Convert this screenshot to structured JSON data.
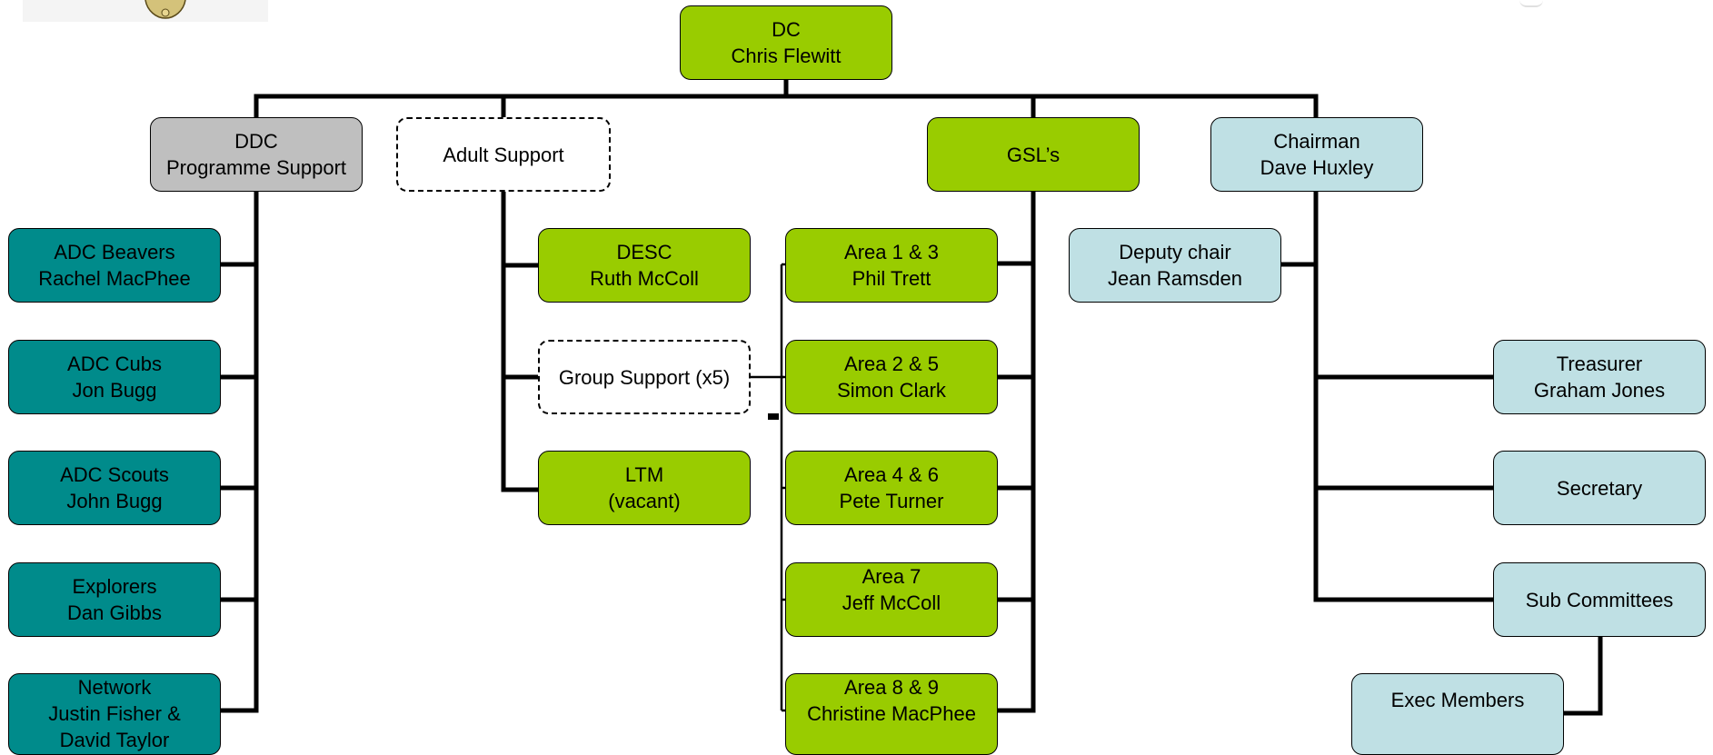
{
  "dc": {
    "role": "DC",
    "name": "Chris Flewitt"
  },
  "ddc": {
    "role": "DDC",
    "name": "Programme Support"
  },
  "adult_support": {
    "label": "Adult Support"
  },
  "gsls": {
    "label": "GSL’s"
  },
  "chairman": {
    "role": "Chairman",
    "name": "Dave Huxley"
  },
  "programme": [
    {
      "line1": "ADC Beavers",
      "line2": "Rachel MacPhee"
    },
    {
      "line1": "ADC Cubs",
      "line2": "Jon Bugg"
    },
    {
      "line1": "ADC Scouts",
      "line2": "John Bugg"
    },
    {
      "line1": "Explorers",
      "line2": "Dan Gibbs"
    },
    {
      "line1": "Network",
      "line2": "Justin Fisher &",
      "line3": "David Taylor"
    }
  ],
  "adult": [
    {
      "line1": "DESC",
      "line2": "Ruth McColl"
    },
    {
      "line1": "Group Support (x5)"
    },
    {
      "line1": "LTM",
      "line2": "(vacant)"
    }
  ],
  "areas": [
    {
      "line1": "Area 1 & 3",
      "line2": "Phil Trett"
    },
    {
      "line1": "Area 2 & 5",
      "line2": "Simon Clark"
    },
    {
      "line1": "Area 4 & 6",
      "line2": "Pete Turner"
    },
    {
      "line1": "Area 7",
      "line2": "Jeff McColl"
    },
    {
      "line1": "Area 8 & 9",
      "line2": "Christine MacPhee"
    }
  ],
  "committee": {
    "deputy": {
      "line1": "Deputy chair",
      "line2": "Jean Ramsden"
    },
    "treasurer": {
      "line1": "Treasurer",
      "line2": "Graham Jones"
    },
    "secretary": {
      "line1": "Secretary"
    },
    "sub": {
      "line1": "Sub Committees"
    },
    "exec": {
      "line1": "Exec Members"
    }
  },
  "colors": {
    "lime": "#99cc00",
    "teal": "#008b8b",
    "pale_blue": "#bfe0e4",
    "grey": "#bfbfbf",
    "line": "#000000"
  }
}
